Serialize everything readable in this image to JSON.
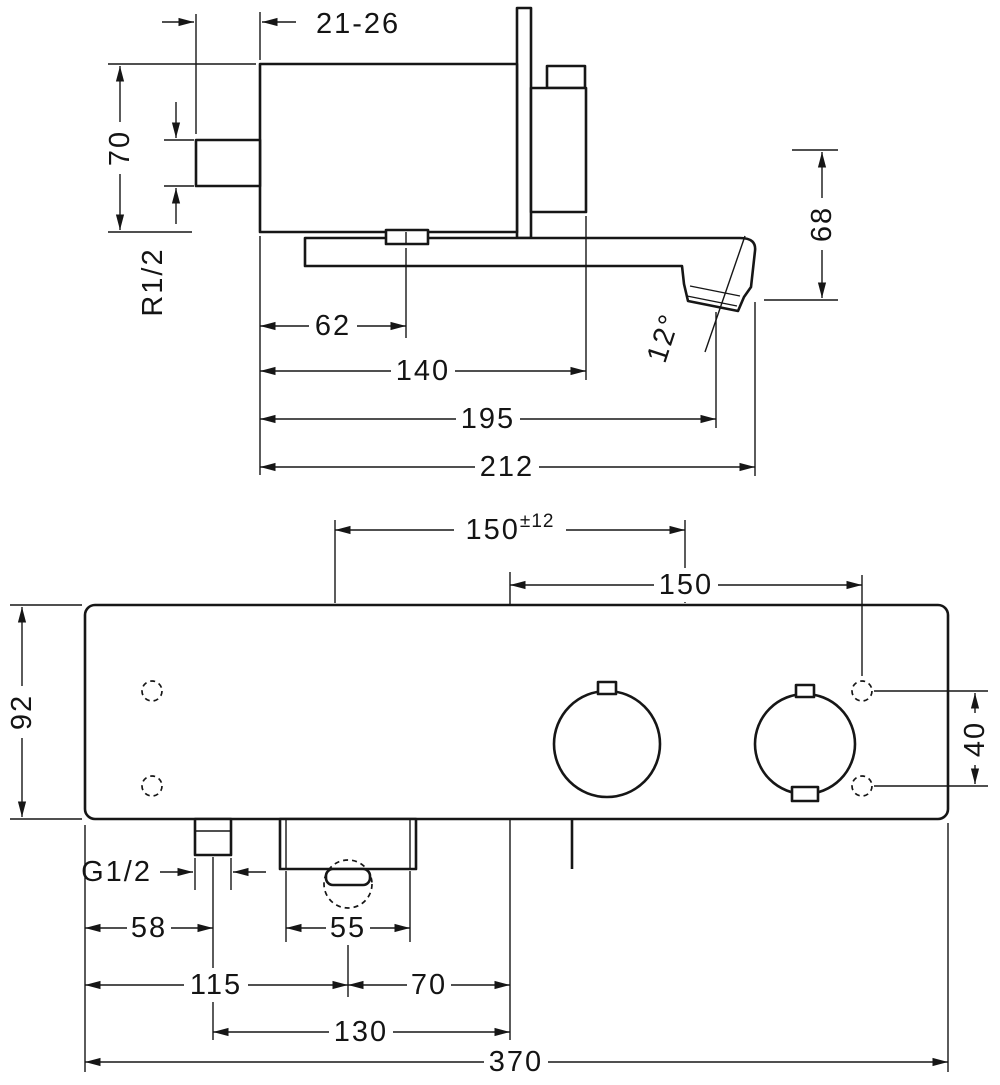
{
  "drawing": {
    "side_view": {
      "wall_depth": "21-26",
      "body_height": "70",
      "inlet_thread": "R1/2",
      "outlet_height": "68",
      "spout_nub_offset": "62",
      "handle_depth": "140",
      "outlet_reach": "195",
      "total_depth": "212",
      "spout_angle": "12°"
    },
    "front_view": {
      "connection_centers": {
        "value": "150",
        "tolerance": "±12"
      },
      "center_to_connection": "150",
      "body_height": "92",
      "connection_spacing": "40",
      "outlet_thread": "G1/2",
      "edge_to_outlet": "58",
      "aerator_width": "55",
      "edge_to_spout_center": "115",
      "spout_center_to_middle": "70",
      "outlet_to_middle": "130",
      "total_width": "370"
    }
  }
}
